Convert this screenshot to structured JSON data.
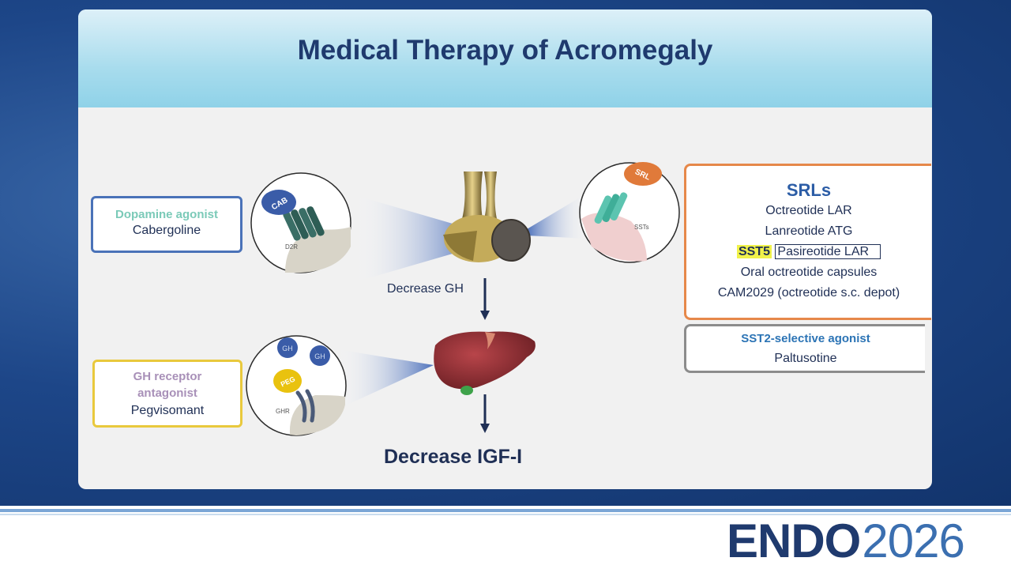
{
  "slide": {
    "title": "Medical Therapy of Acromegaly"
  },
  "left_boxes": {
    "dopamine": {
      "title": "Dopamine agonist",
      "drug": "Cabergoline"
    },
    "gh_receptor": {
      "title_line1": "GH receptor",
      "title_line2": "antagonist",
      "drug": "Pegvisomant"
    }
  },
  "right_boxes": {
    "srls": {
      "title": "SRLs",
      "items": [
        "Octreotide LAR",
        "Lanreotide ATG",
        "Pasireotide LAR",
        "Oral octreotide capsules",
        "CAM2029 (octreotide s.c. depot)"
      ],
      "pasireotide_tag": "SST5"
    },
    "sst2": {
      "title": "SST2-selective agonist",
      "drug": "Paltusotine"
    }
  },
  "flow": {
    "decrease_gh": "Decrease GH",
    "decrease_igf": "Decrease IGF-I"
  },
  "circle_labels": {
    "cab": "CAB",
    "d2r": "D2R",
    "srl": "SRL",
    "ssts": "SSTs",
    "gh1": "GH",
    "gh2": "GH",
    "peg": "PEG",
    "ghr": "GHR"
  },
  "branding": {
    "word": "ENDO",
    "year": "2026"
  },
  "colors": {
    "title": "#1f3a6e",
    "dopamine_border": "#4a72b8",
    "gh_receptor_border": "#e9c93d",
    "srl_border": "#e6884a",
    "sst2_border": "#8c8c8c",
    "sst5_highlight": "#f0f24a"
  }
}
